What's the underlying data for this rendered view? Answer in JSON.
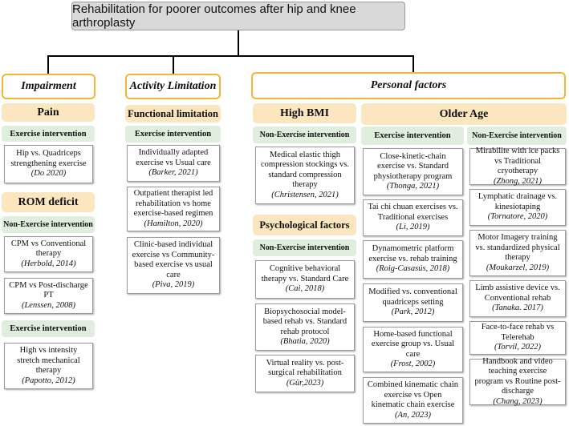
{
  "title": "Rehabilitation for poorer outcomes after hip and knee arthroplasty",
  "categories": {
    "impairment": "Impairment",
    "activity": "Activity Limitation",
    "personal": "Personal factors"
  },
  "subcategories": {
    "pain": "Pain",
    "rom": "ROM deficit",
    "functional": "Functional limitation",
    "bmi": "High BMI",
    "older_age": "Older Age",
    "psych": "Psychological factors"
  },
  "interventions": {
    "exercise": "Exercise intervention",
    "non_exercise": "Non-Exercise intervention"
  },
  "studies": {
    "pain1": {
      "text": "Hip vs. Quadriceps strengthening exercise",
      "cite": "(Do 2020)"
    },
    "rom1": {
      "text": "CPM vs Conventional therapy",
      "cite": "(Herbold, 2014)"
    },
    "rom2": {
      "text": "CPM vs Post-discharge PT",
      "cite": "(Lenssen, 2008)"
    },
    "rom3": {
      "text": "High vs intensity stretch mechanical therapy",
      "cite": "(Papotto, 2012)"
    },
    "fl1": {
      "text": "Individually adapted exercise vs Usual care",
      "cite": "(Barker, 2021)"
    },
    "fl2": {
      "text": "Outpatient therapist led rehabilitation vs home exercise-based regimen",
      "cite": "(Hamilton, 2020)"
    },
    "fl3": {
      "text": "Clinic-based individual exercise vs Community-based exercise vs usual care",
      "cite": "(Piva, 2019)"
    },
    "bmi1": {
      "text": "Medical elastic thigh compression stockings vs. standard compression therapy",
      "cite": "(Christensen, 2021)"
    },
    "psy1": {
      "text": "Cognitive behavioral therapy vs. Standard Care",
      "cite": "(Cai, 2018)"
    },
    "psy2": {
      "text": "Biopsychosocial model-based rehab vs. Standard rehab protocol",
      "cite": "(Bhatia, 2020)"
    },
    "psy3": {
      "text": "Virtual reality vs. post-surgical rehabilitation",
      "cite": "(Gür,2023)"
    },
    "oa1": {
      "text": "Close-kinetic-chain exercise vs. Standard physiotherapy program",
      "cite": "(Thonga, 2021)"
    },
    "oa2": {
      "text": "Tai chi chuan exercises vs. Traditional exercises",
      "cite": "(Li, 2019)"
    },
    "oa3": {
      "text": "Dynamometric platform exercise vs. rehab training",
      "cite": "(Roig-Casasús, 2018)"
    },
    "oa4": {
      "text": "Modified vs. conventional quadriceps setting",
      "cite": "(Park, 2012)"
    },
    "oa5": {
      "text": "Home-based functional exercise group vs. Usual care",
      "cite": "(Frost, 2002)"
    },
    "oa6": {
      "text": "Combined kinematic chain exercise vs Open kinematic chain exercise",
      "cite": "(An, 2023)"
    },
    "ne1": {
      "text": "Mirabilite with ice packs vs Traditional cryotherapy",
      "cite": "(Zhong, 2021)"
    },
    "ne2": {
      "text": "Lymphatic drainage vs. kinesiotaping",
      "cite": "(Tornatore, 2020)"
    },
    "ne3": {
      "text": "Motor Imagery training vs. standardized physical therapy",
      "cite": "(Moukarzel, 2019)"
    },
    "ne4": {
      "text": "Limb assistive device vs. Conventional rehab",
      "cite": "(Tanaka. 2017)"
    },
    "ne5": {
      "text": "Face-to-face rehab vs Telerehab",
      "cite": "(Torvil, 2022)"
    },
    "ne6": {
      "text": "Handbook and video teaching exercise program vs Routine post-discharge",
      "cite": "(Chang, 2023)"
    }
  }
}
